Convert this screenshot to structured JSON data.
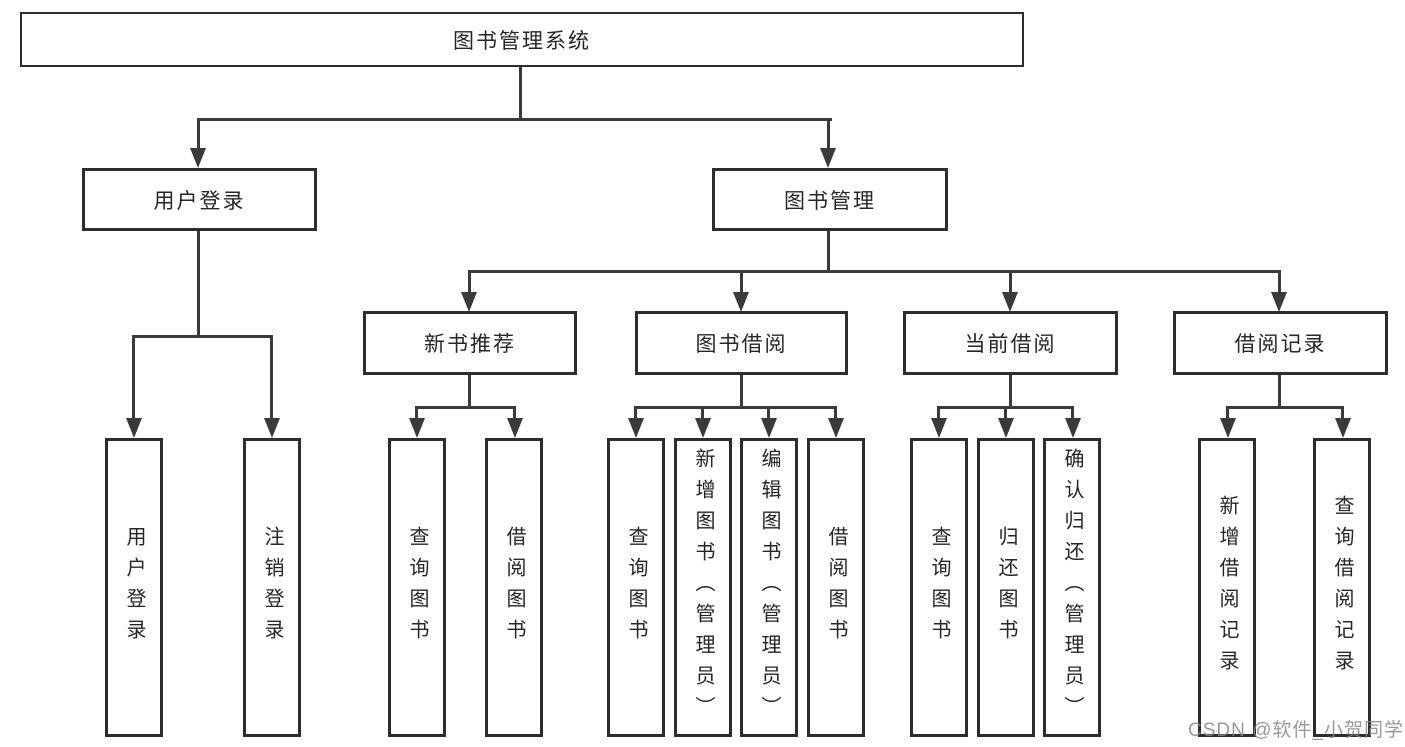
{
  "diagram": {
    "title_node": {
      "label": "图书管理系统"
    },
    "level2": {
      "user_login": {
        "label": "用户登录"
      },
      "book_mgmt": {
        "label": "图书管理"
      }
    },
    "level3": {
      "new_book_rec": {
        "label": "新书推荐"
      },
      "book_borrow": {
        "label": "图书借阅"
      },
      "current_borrow": {
        "label": "当前借阅"
      },
      "borrow_record": {
        "label": "借阅记录"
      }
    },
    "leaves": {
      "user_login": {
        "label": "用户登录"
      },
      "logout": {
        "label": "注销登录"
      },
      "query_book_1": {
        "label": "查询图书"
      },
      "borrow_book_1": {
        "label": "借阅图书"
      },
      "query_book_2": {
        "label": "查询图书"
      },
      "add_book_admin": {
        "label": "新增图书（管理员）"
      },
      "edit_book_admin": {
        "label": "编辑图书（管理员）"
      },
      "borrow_book_2": {
        "label": "借阅图书"
      },
      "query_book_3": {
        "label": "查询图书"
      },
      "return_book": {
        "label": "归还图书"
      },
      "confirm_return_admin": {
        "label": "确认归还（管理员）"
      },
      "add_borrow_record": {
        "label": "新增借阅记录"
      },
      "query_borrow_record": {
        "label": "查询借阅记录"
      }
    },
    "watermark": {
      "text": "CSDN @软件_小贺同学"
    },
    "colors": {
      "line": "#3a3a3a",
      "box_border": "#2d2d2d",
      "box_fill": "#ffffff",
      "text": "#262626",
      "watermark": "#878787",
      "background": "#ffffff"
    }
  }
}
